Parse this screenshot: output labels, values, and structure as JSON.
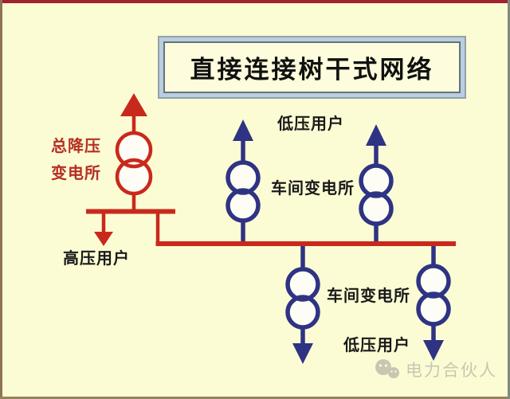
{
  "colors": {
    "bg": "#FCFCD4",
    "frame_top": "#9E2230",
    "frame_left": "#8F7355",
    "frame_bottom": "#95825C",
    "frame_right": "#7F8B7F",
    "red": "#C9291C",
    "label_red": "#B52F24",
    "blue": "#2E3383",
    "symbol_fill": "#FDFDF6",
    "text": "#1A1A1A",
    "title_text": "#111111",
    "title_fill": "#FDFCDC",
    "title_band": "#B9CEDF",
    "title_edge": "#64727A",
    "title_outer": "#93A1A8",
    "watermark": "#C9C6B2"
  },
  "title": {
    "text": "直接连接树干式网络"
  },
  "labels": {
    "main_substation_line1": "总降压",
    "main_substation_line2": "变电所",
    "hv_user": "高压用户",
    "lv_user_top": "低压用户",
    "workshop_substation_top": "车间变电所",
    "workshop_substation_bottom": "车间变电所",
    "lv_user_bottom": "低压用户"
  },
  "watermark": {
    "brand": "电力合伙人",
    "icon": "wechat-bubbles-icon"
  }
}
